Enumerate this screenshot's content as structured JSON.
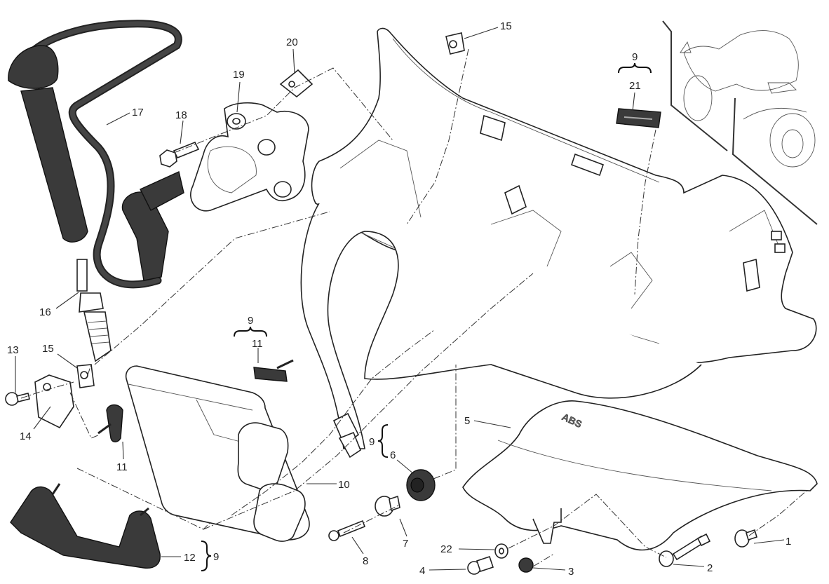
{
  "diagram": {
    "callouts": {
      "c1": "1",
      "c2": "2",
      "c3": "3",
      "c4": "4",
      "c5": "5",
      "c6": "6",
      "c7": "7",
      "c8": "8",
      "c9a": "9",
      "c9b": "9",
      "c9c": "9",
      "c9d": "9",
      "c10": "10",
      "c11a": "11",
      "c11b": "11",
      "c12": "12",
      "c13": "13",
      "c14": "14",
      "c15a": "15",
      "c15b": "15",
      "c16": "16",
      "c17": "17",
      "c18": "18",
      "c19": "19",
      "c20": "20",
      "c21": "21",
      "c22": "22"
    },
    "emboss_text": "ABS",
    "colors": {
      "line": "#222222",
      "dark_part": "#3a3a3a",
      "background": "#ffffff"
    }
  }
}
